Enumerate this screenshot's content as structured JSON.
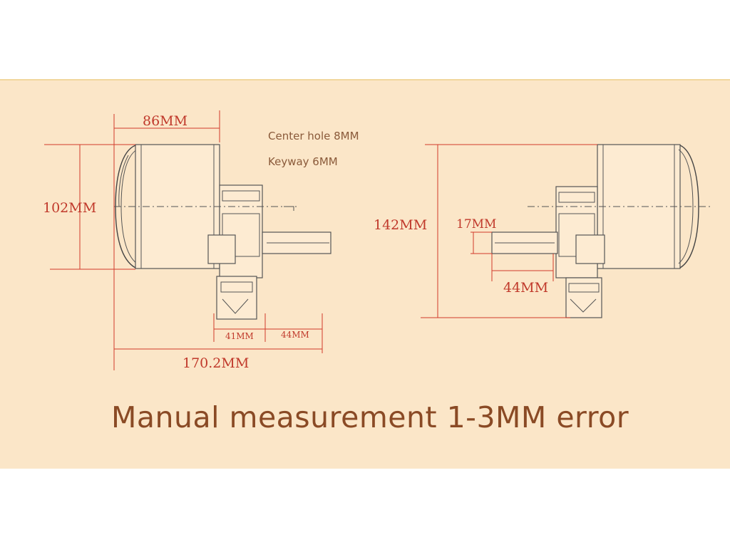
{
  "left_view": {
    "width_label": "86MM",
    "height_label": "102MM",
    "shaft_label": "44MM",
    "gear_label": "41MM",
    "total_label": "170.2MM"
  },
  "notes": {
    "center_hole": "Center hole 8MM",
    "keyway": "Keyway 6MM"
  },
  "right_view": {
    "height_label": "142MM",
    "shaft_dia_label": "17MM",
    "shaft_len_label": "44MM"
  },
  "caption": "Manual measurement 1-3MM error"
}
